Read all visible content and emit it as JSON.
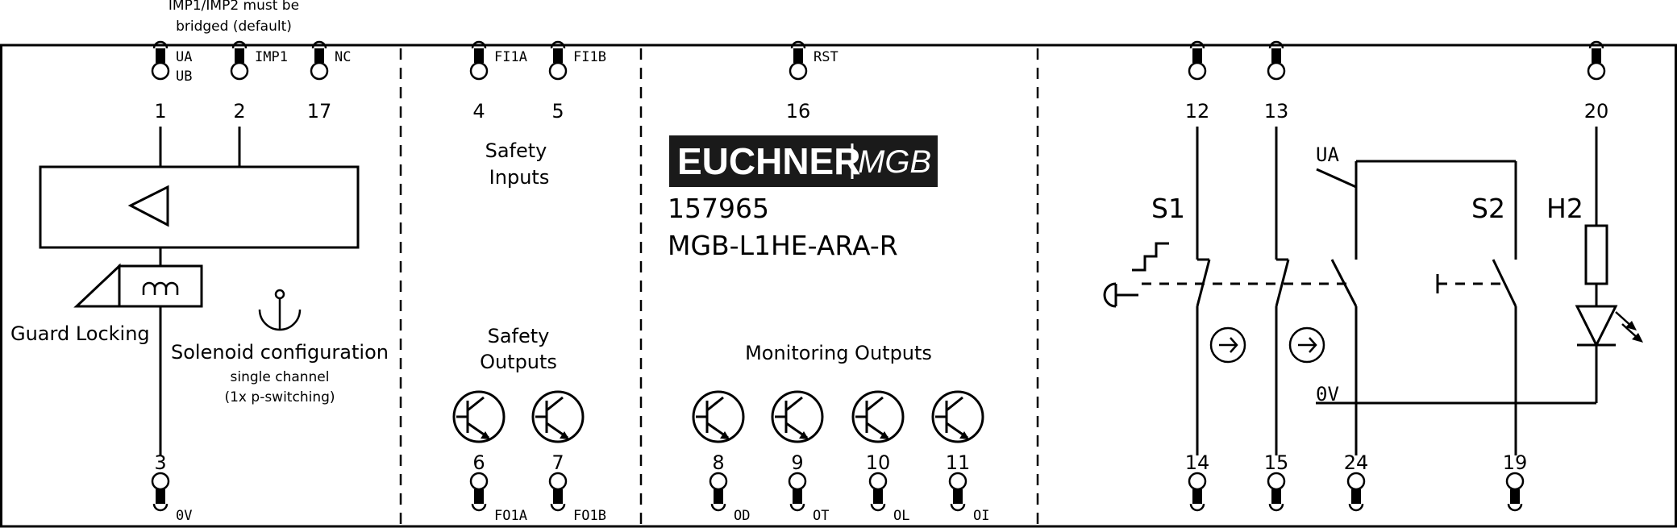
{
  "note": {
    "line1": "IMP1/IMP2 must be",
    "line2": "bridged (default)"
  },
  "terminals_top": [
    {
      "num": "1",
      "sig": "UA",
      "sig2": "UB"
    },
    {
      "num": "2",
      "sig": "IMP1"
    },
    {
      "num": "17",
      "sig": "NC"
    },
    {
      "num": "4",
      "sig": "FI1A"
    },
    {
      "num": "5",
      "sig": "FI1B"
    },
    {
      "num": "16",
      "sig": "RST"
    },
    {
      "num": "12"
    },
    {
      "num": "13"
    },
    {
      "num": "20"
    }
  ],
  "terminals_bottom": [
    {
      "num": "3",
      "sig": "0V"
    },
    {
      "num": "6",
      "sig": "FO1A"
    },
    {
      "num": "7",
      "sig": "FO1B"
    },
    {
      "num": "8",
      "sig": "OD"
    },
    {
      "num": "9",
      "sig": "OT"
    },
    {
      "num": "10",
      "sig": "OL"
    },
    {
      "num": "11",
      "sig": "OI"
    },
    {
      "num": "14"
    },
    {
      "num": "15"
    },
    {
      "num": "24"
    },
    {
      "num": "19"
    }
  ],
  "labels": {
    "guard_locking": "Guard Locking",
    "solenoid_title": "Solenoid configuration",
    "solenoid_line1": "single channel",
    "solenoid_line2": "(1x p-switching)",
    "safety_inputs_1": "Safety",
    "safety_inputs_2": "Inputs",
    "safety_outputs_1": "Safety",
    "safety_outputs_2": "Outputs",
    "monitoring_outputs": "Monitoring Outputs",
    "s1": "S1",
    "s2": "S2",
    "h2": "H2",
    "ua": "UA",
    "zero_v": "0V"
  },
  "device": {
    "brand": "EUCHNER",
    "product": "MGB",
    "order_number": "157965",
    "model": "MGB-L1HE-ARA-R"
  },
  "colors": {
    "line": "#000000",
    "logo_bg": "#1a1a1a",
    "logo_fg": "#ffffff"
  }
}
